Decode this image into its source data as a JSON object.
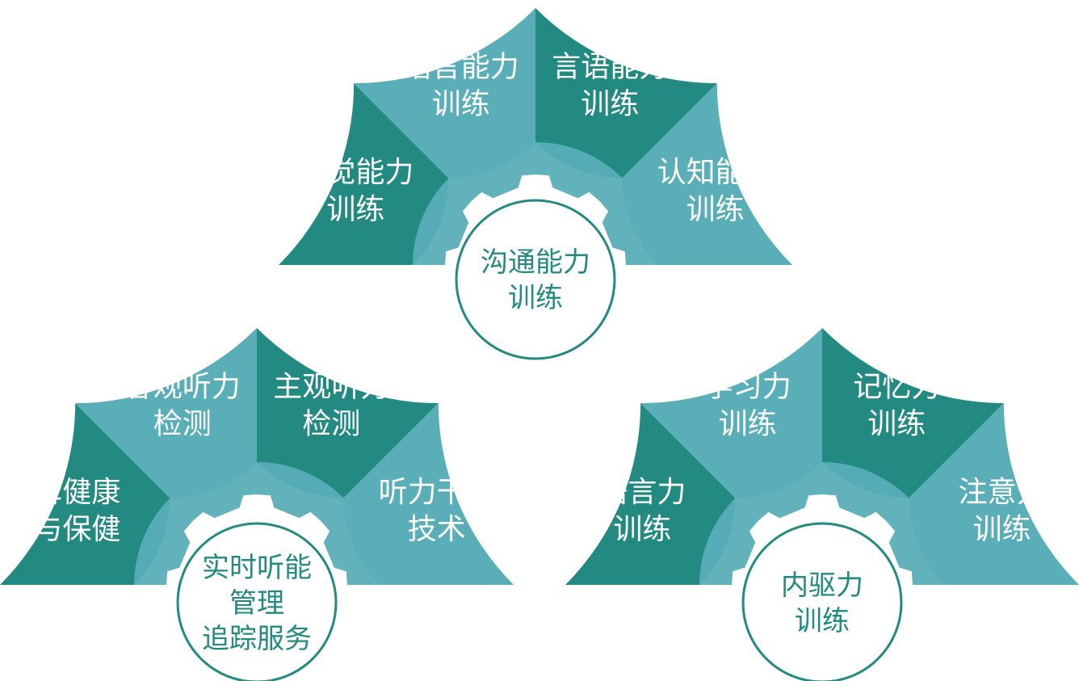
{
  "colors": {
    "dark": "#228a80",
    "light": "#5aaeb8",
    "center_fill": "#ffffff",
    "center_text": "#228a80"
  },
  "fans": [
    {
      "id": "communication",
      "center_lines": [
        "沟通能力",
        "训练"
      ],
      "segments": [
        {
          "lines": [
            "听觉能力",
            "训练"
          ],
          "tone": "dark"
        },
        {
          "lines": [
            "语言能力",
            "训练"
          ],
          "tone": "light"
        },
        {
          "lines": [
            "言语能力",
            "训练"
          ],
          "tone": "dark"
        },
        {
          "lines": [
            "认知能力",
            "训练"
          ],
          "tone": "light"
        }
      ]
    },
    {
      "id": "hearing-management",
      "center_lines": [
        "实时听能",
        "管理",
        "追踪服务"
      ],
      "segments": [
        {
          "lines": [
            "耳健康",
            "与保健"
          ],
          "tone": "dark"
        },
        {
          "lines": [
            "客观听力",
            "检测"
          ],
          "tone": "light"
        },
        {
          "lines": [
            "主观听力",
            "检测"
          ],
          "tone": "dark"
        },
        {
          "lines": [
            "听力干预",
            "技术"
          ],
          "tone": "light"
        }
      ]
    },
    {
      "id": "inner-drive",
      "center_lines": [
        "内驱力",
        "训练"
      ],
      "segments": [
        {
          "lines": [
            "语言力",
            "训练"
          ],
          "tone": "dark"
        },
        {
          "lines": [
            "学习力",
            "训练"
          ],
          "tone": "light"
        },
        {
          "lines": [
            "记忆力",
            "训练"
          ],
          "tone": "dark"
        },
        {
          "lines": [
            "注意力",
            "训练"
          ],
          "tone": "light"
        }
      ]
    }
  ]
}
